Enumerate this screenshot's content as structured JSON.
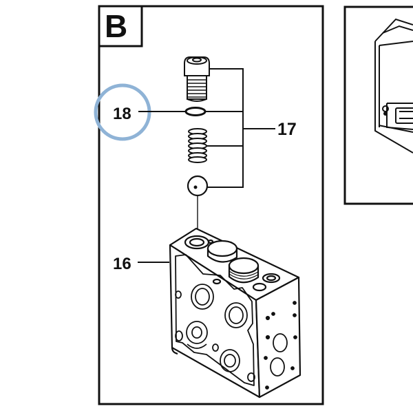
{
  "panel_b": {
    "badge": "B",
    "callouts": {
      "c18": "18",
      "c17": "17",
      "c16": "16"
    },
    "highlight_color": "#8fb3d6"
  },
  "panel_right": {}
}
